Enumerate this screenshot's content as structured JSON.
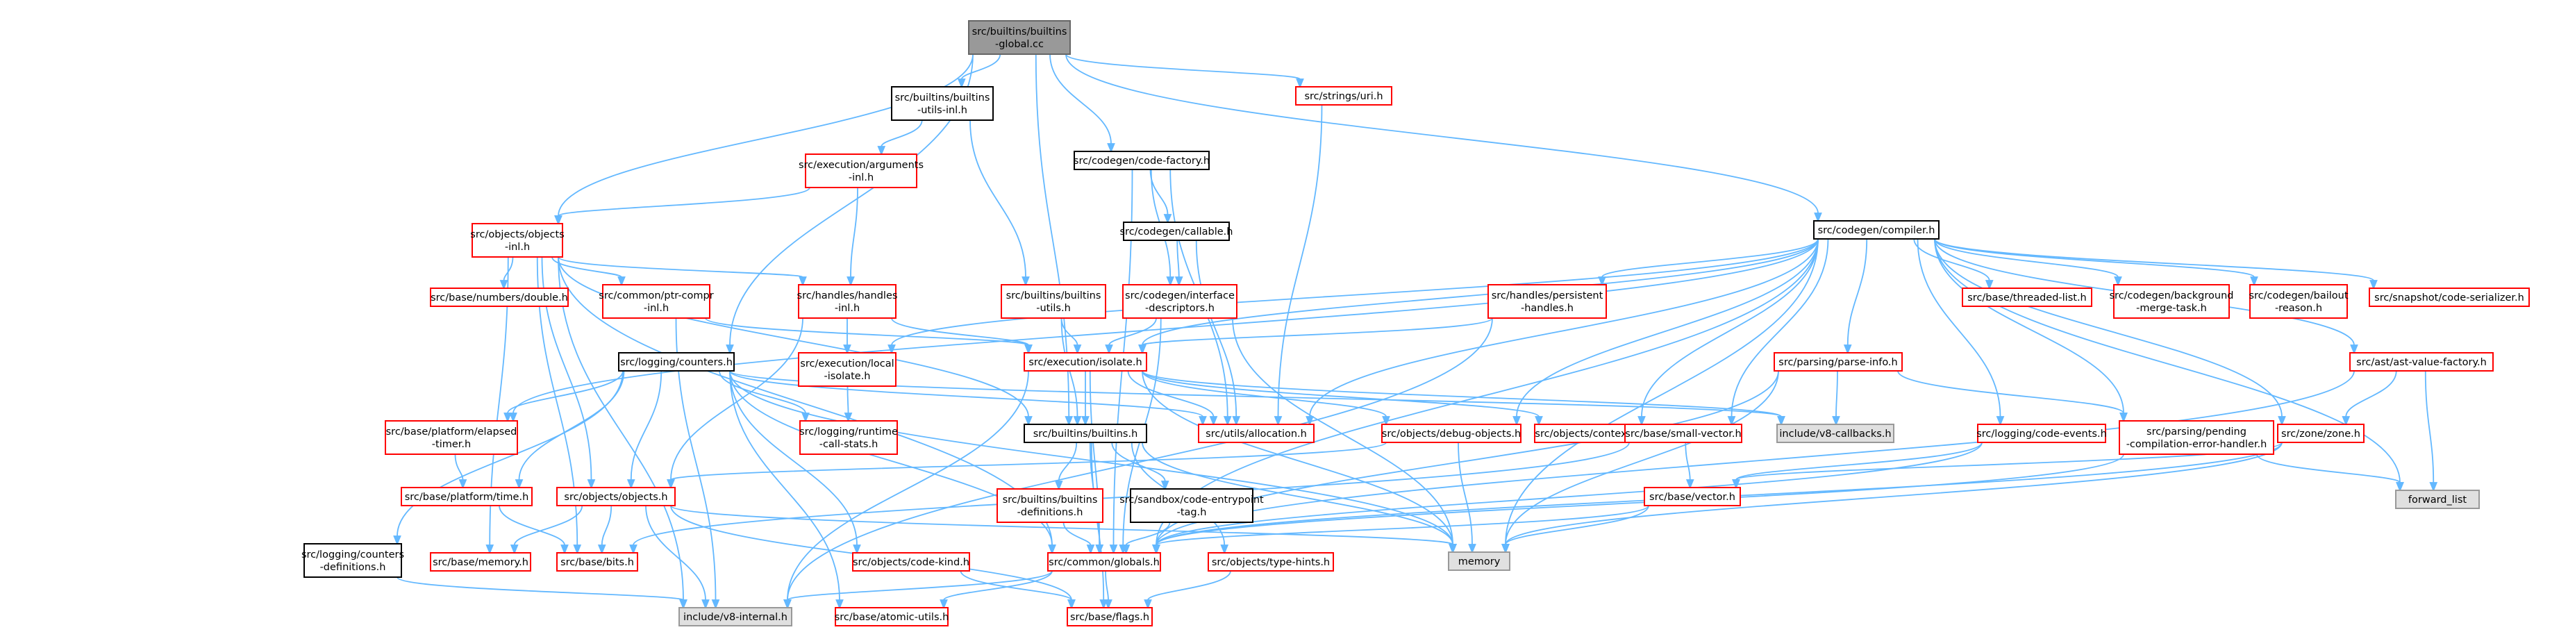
{
  "colors": {
    "edge": "#63b8ff",
    "root_fill": "#999999",
    "root_border": "#666666",
    "red_border": "#ff0000",
    "black_border": "#000000",
    "gray_fill": "#e0e0e0",
    "gray_border": "#999999"
  },
  "nodes": {
    "root": {
      "lines": [
        "src/builtins/builtins",
        "-global.cc"
      ],
      "style": "root"
    },
    "builtins_utils_inl": {
      "lines": [
        "src/builtins/builtins",
        "-utils-inl.h"
      ],
      "style": "black"
    },
    "strings_uri": {
      "lines": [
        "src/strings/uri.h"
      ],
      "style": "red"
    },
    "exec_arguments_inl": {
      "lines": [
        "src/execution/arguments",
        "-inl.h"
      ],
      "style": "red"
    },
    "codegen_code_factory": {
      "lines": [
        "src/codegen/code-factory.h"
      ],
      "style": "black"
    },
    "codegen_compiler": {
      "lines": [
        "src/codegen/compiler.h"
      ],
      "style": "black"
    },
    "objects_objects_inl": {
      "lines": [
        "src/objects/objects",
        "-inl.h"
      ],
      "style": "red"
    },
    "codegen_callable": {
      "lines": [
        "src/codegen/callable.h"
      ],
      "style": "black"
    },
    "base_numbers_double": {
      "lines": [
        "src/base/numbers/double.h"
      ],
      "style": "red"
    },
    "common_ptr_compr_inl": {
      "lines": [
        "src/common/ptr-compr",
        "-inl.h"
      ],
      "style": "red"
    },
    "handles_handles_inl": {
      "lines": [
        "src/handles/handles",
        "-inl.h"
      ],
      "style": "red"
    },
    "builtins_builtins_utils": {
      "lines": [
        "src/builtins/builtins",
        "-utils.h"
      ],
      "style": "red"
    },
    "codegen_interface_descriptors": {
      "lines": [
        "src/codegen/interface",
        "-descriptors.h"
      ],
      "style": "red"
    },
    "handles_persistent_handles": {
      "lines": [
        "src/handles/persistent",
        "-handles.h"
      ],
      "style": "red"
    },
    "base_threaded_list": {
      "lines": [
        "src/base/threaded-list.h"
      ],
      "style": "red"
    },
    "codegen_background_merge_task": {
      "lines": [
        "src/codegen/background",
        "-merge-task.h"
      ],
      "style": "red"
    },
    "codegen_bailout_reason": {
      "lines": [
        "src/codegen/bailout",
        "-reason.h"
      ],
      "style": "red"
    },
    "snapshot_code_serializer": {
      "lines": [
        "src/snapshot/code-serializer.h"
      ],
      "style": "red"
    },
    "logging_counters": {
      "lines": [
        "src/logging/counters.h"
      ],
      "style": "black"
    },
    "exec_local_isolate": {
      "lines": [
        "src/execution/local",
        "-isolate.h"
      ],
      "style": "red"
    },
    "exec_isolate": {
      "lines": [
        "src/execution/isolate.h"
      ],
      "style": "red"
    },
    "parsing_parse_info": {
      "lines": [
        "src/parsing/parse-info.h"
      ],
      "style": "red"
    },
    "ast_ast_value_factory": {
      "lines": [
        "src/ast/ast-value-factory.h"
      ],
      "style": "red"
    },
    "base_platform_elapsed_timer": {
      "lines": [
        "src/base/platform/elapsed",
        "-timer.h"
      ],
      "style": "red"
    },
    "logging_runtime_call_stats": {
      "lines": [
        "src/logging/runtime",
        "-call-stats.h"
      ],
      "style": "red"
    },
    "utils_allocation": {
      "lines": [
        "src/utils/allocation.h"
      ],
      "style": "red"
    },
    "include_v8_callbacks": {
      "lines": [
        "include/v8-callbacks.h"
      ],
      "style": "gray"
    },
    "builtins_builtins": {
      "lines": [
        "src/builtins/builtins.h"
      ],
      "style": "black"
    },
    "objects_debug_objects": {
      "lines": [
        "src/objects/debug-objects.h"
      ],
      "style": "red"
    },
    "objects_contexts": {
      "lines": [
        "src/objects/contexts.h"
      ],
      "style": "red"
    },
    "base_small_vector": {
      "lines": [
        "src/base/small-vector.h"
      ],
      "style": "red"
    },
    "logging_code_events": {
      "lines": [
        "src/logging/code-events.h"
      ],
      "style": "red"
    },
    "parsing_pending_compilation": {
      "lines": [
        "src/parsing/pending",
        "-compilation-error-handler.h"
      ],
      "style": "red"
    },
    "zone_zone": {
      "lines": [
        "src/zone/zone.h"
      ],
      "style": "red"
    },
    "forward_list": {
      "lines": [
        "forward_list"
      ],
      "style": "gray"
    },
    "base_platform_time": {
      "lines": [
        "src/base/platform/time.h"
      ],
      "style": "red"
    },
    "objects_objects": {
      "lines": [
        "src/objects/objects.h"
      ],
      "style": "red"
    },
    "builtins_builtins_definitions": {
      "lines": [
        "src/builtins/builtins",
        "-definitions.h"
      ],
      "style": "red"
    },
    "sandbox_code_entrypoint_tag": {
      "lines": [
        "src/sandbox/code-entrypoint",
        "-tag.h"
      ],
      "style": "black"
    },
    "base_vector": {
      "lines": [
        "src/base/vector.h"
      ],
      "style": "red"
    },
    "memory": {
      "lines": [
        "memory"
      ],
      "style": "gray"
    },
    "logging_counters_definitions": {
      "lines": [
        "src/logging/counters",
        "-definitions.h"
      ],
      "style": "black"
    },
    "base_memory": {
      "lines": [
        "src/base/memory.h"
      ],
      "style": "red"
    },
    "base_bits": {
      "lines": [
        "src/base/bits.h"
      ],
      "style": "red"
    },
    "objects_code_kind": {
      "lines": [
        "src/objects/code-kind.h"
      ],
      "style": "red"
    },
    "common_globals": {
      "lines": [
        "src/common/globals.h"
      ],
      "style": "red"
    },
    "objects_type_hints": {
      "lines": [
        "src/objects/type-hints.h"
      ],
      "style": "red"
    },
    "include_v8_internal": {
      "lines": [
        "include/v8-internal.h"
      ],
      "style": "gray"
    },
    "base_atomic_utils": {
      "lines": [
        "src/base/atomic-utils.h"
      ],
      "style": "red"
    },
    "base_flags": {
      "lines": [
        "src/base/flags.h"
      ],
      "style": "red"
    }
  },
  "edges": [
    [
      "root",
      "builtins_utils_inl"
    ],
    [
      "root",
      "strings_uri"
    ],
    [
      "root",
      "codegen_code_factory"
    ],
    [
      "root",
      "codegen_compiler"
    ],
    [
      "root",
      "objects_objects_inl"
    ],
    [
      "root",
      "logging_counters"
    ],
    [
      "root",
      "builtins_builtins"
    ],
    [
      "builtins_utils_inl",
      "exec_arguments_inl"
    ],
    [
      "builtins_utils_inl",
      "builtins_builtins_utils"
    ],
    [
      "strings_uri",
      "utils_allocation"
    ],
    [
      "exec_arguments_inl",
      "objects_objects_inl"
    ],
    [
      "exec_arguments_inl",
      "handles_handles_inl"
    ],
    [
      "codegen_code_factory",
      "codegen_callable"
    ],
    [
      "codegen_code_factory",
      "codegen_interface_descriptors"
    ],
    [
      "codegen_code_factory",
      "utils_allocation"
    ],
    [
      "codegen_code_factory",
      "common_globals"
    ],
    [
      "codegen_callable",
      "codegen_interface_descriptors"
    ],
    [
      "codegen_callable",
      "utils_allocation"
    ],
    [
      "codegen_compiler",
      "base_platform_elapsed_timer"
    ],
    [
      "codegen_compiler",
      "exec_local_isolate"
    ],
    [
      "codegen_compiler",
      "exec_isolate"
    ],
    [
      "codegen_compiler",
      "handles_persistent_handles"
    ],
    [
      "codegen_compiler",
      "base_threaded_list"
    ],
    [
      "codegen_compiler",
      "codegen_background_merge_task"
    ],
    [
      "codegen_compiler",
      "codegen_bailout_reason"
    ],
    [
      "codegen_compiler",
      "snapshot_code_serializer"
    ],
    [
      "codegen_compiler",
      "ast_ast_value_factory"
    ],
    [
      "codegen_compiler",
      "parsing_parse_info"
    ],
    [
      "codegen_compiler",
      "logging_code_events"
    ],
    [
      "codegen_compiler",
      "base_small_vector"
    ],
    [
      "codegen_compiler",
      "objects_contexts"
    ],
    [
      "codegen_compiler",
      "objects_debug_objects"
    ],
    [
      "codegen_compiler",
      "utils_allocation"
    ],
    [
      "codegen_compiler",
      "parsing_pending_compilation"
    ],
    [
      "codegen_compiler",
      "zone_zone"
    ],
    [
      "codegen_compiler",
      "forward_list"
    ],
    [
      "codegen_compiler",
      "memory"
    ],
    [
      "codegen_compiler",
      "common_globals"
    ],
    [
      "objects_objects_inl",
      "base_numbers_double"
    ],
    [
      "objects_objects_inl",
      "common_ptr_compr_inl"
    ],
    [
      "objects_objects_inl",
      "handles_handles_inl"
    ],
    [
      "objects_objects_inl",
      "objects_objects"
    ],
    [
      "objects_objects_inl",
      "base_memory"
    ],
    [
      "objects_objects_inl",
      "base_bits"
    ],
    [
      "objects_objects_inl",
      "include_v8_internal"
    ],
    [
      "objects_objects_inl",
      "builtins_builtins"
    ],
    [
      "objects_objects_inl",
      "common_globals"
    ],
    [
      "common_ptr_compr_inl",
      "exec_isolate"
    ],
    [
      "common_ptr_compr_inl",
      "include_v8_internal"
    ],
    [
      "handles_handles_inl",
      "exec_local_isolate"
    ],
    [
      "handles_handles_inl",
      "exec_isolate"
    ],
    [
      "handles_handles_inl",
      "objects_objects"
    ],
    [
      "builtins_builtins_utils",
      "exec_isolate"
    ],
    [
      "builtins_builtins_utils",
      "builtins_builtins"
    ],
    [
      "codegen_interface_descriptors",
      "exec_isolate"
    ],
    [
      "codegen_interface_descriptors",
      "common_globals"
    ],
    [
      "codegen_interface_descriptors",
      "memory"
    ],
    [
      "handles_persistent_handles",
      "exec_isolate"
    ],
    [
      "handles_persistent_handles",
      "include_v8_internal"
    ],
    [
      "exec_local_isolate",
      "logging_runtime_call_stats"
    ],
    [
      "exec_isolate",
      "utils_allocation"
    ],
    [
      "exec_isolate",
      "builtins_builtins"
    ],
    [
      "exec_isolate",
      "objects_debug_objects"
    ],
    [
      "exec_isolate",
      "objects_contexts"
    ],
    [
      "exec_isolate",
      "include_v8_callbacks"
    ],
    [
      "exec_isolate",
      "common_globals"
    ],
    [
      "exec_isolate",
      "include_v8_internal"
    ],
    [
      "exec_isolate",
      "memory"
    ],
    [
      "logging_counters",
      "base_platform_elapsed_timer"
    ],
    [
      "logging_counters",
      "logging_runtime_call_stats"
    ],
    [
      "logging_counters",
      "utils_allocation"
    ],
    [
      "logging_counters",
      "include_v8_callbacks"
    ],
    [
      "logging_counters",
      "base_platform_time"
    ],
    [
      "logging_counters",
      "objects_objects"
    ],
    [
      "logging_counters",
      "logging_counters_definitions"
    ],
    [
      "logging_counters",
      "objects_code_kind"
    ],
    [
      "logging_counters",
      "common_globals"
    ],
    [
      "logging_counters",
      "base_atomic_utils"
    ],
    [
      "logging_counters",
      "memory"
    ],
    [
      "base_platform_elapsed_timer",
      "base_platform_time"
    ],
    [
      "parsing_parse_info",
      "include_v8_callbacks"
    ],
    [
      "parsing_parse_info",
      "parsing_pending_compilation"
    ],
    [
      "parsing_parse_info",
      "common_globals"
    ],
    [
      "parsing_parse_info",
      "memory"
    ],
    [
      "ast_ast_value_factory",
      "zone_zone"
    ],
    [
      "ast_ast_value_factory",
      "forward_list"
    ],
    [
      "ast_ast_value_factory",
      "common_globals"
    ],
    [
      "builtins_builtins",
      "builtins_builtins_definitions"
    ],
    [
      "builtins_builtins",
      "sandbox_code_entrypoint_tag"
    ],
    [
      "builtins_builtins",
      "objects_type_hints"
    ],
    [
      "builtins_builtins",
      "common_globals"
    ],
    [
      "builtins_builtins",
      "base_flags"
    ],
    [
      "builtins_builtins",
      "memory"
    ],
    [
      "objects_debug_objects",
      "objects_objects"
    ],
    [
      "objects_debug_objects",
      "memory"
    ],
    [
      "base_small_vector",
      "base_vector"
    ],
    [
      "base_small_vector",
      "base_bits"
    ],
    [
      "logging_code_events",
      "base_vector"
    ],
    [
      "logging_code_events",
      "common_globals"
    ],
    [
      "parsing_pending_compilation",
      "common_globals"
    ],
    [
      "parsing_pending_compilation",
      "forward_list"
    ],
    [
      "zone_zone",
      "base_vector"
    ],
    [
      "zone_zone",
      "common_globals"
    ],
    [
      "zone_zone",
      "memory"
    ],
    [
      "base_platform_time",
      "base_bits"
    ],
    [
      "objects_objects",
      "base_memory"
    ],
    [
      "objects_objects",
      "base_bits"
    ],
    [
      "objects_objects",
      "base_flags"
    ],
    [
      "objects_objects",
      "include_v8_internal"
    ],
    [
      "objects_objects",
      "memory"
    ],
    [
      "builtins_builtins_definitions",
      "common_globals"
    ],
    [
      "sandbox_code_entrypoint_tag",
      "common_globals"
    ],
    [
      "base_vector",
      "memory"
    ],
    [
      "base_vector",
      "common_globals"
    ],
    [
      "logging_counters_definitions",
      "include_v8_internal"
    ],
    [
      "objects_code_kind",
      "base_flags"
    ],
    [
      "common_globals",
      "include_v8_internal"
    ],
    [
      "common_globals",
      "base_atomic_utils"
    ],
    [
      "common_globals",
      "base_flags"
    ],
    [
      "objects_type_hints",
      "base_flags"
    ]
  ]
}
